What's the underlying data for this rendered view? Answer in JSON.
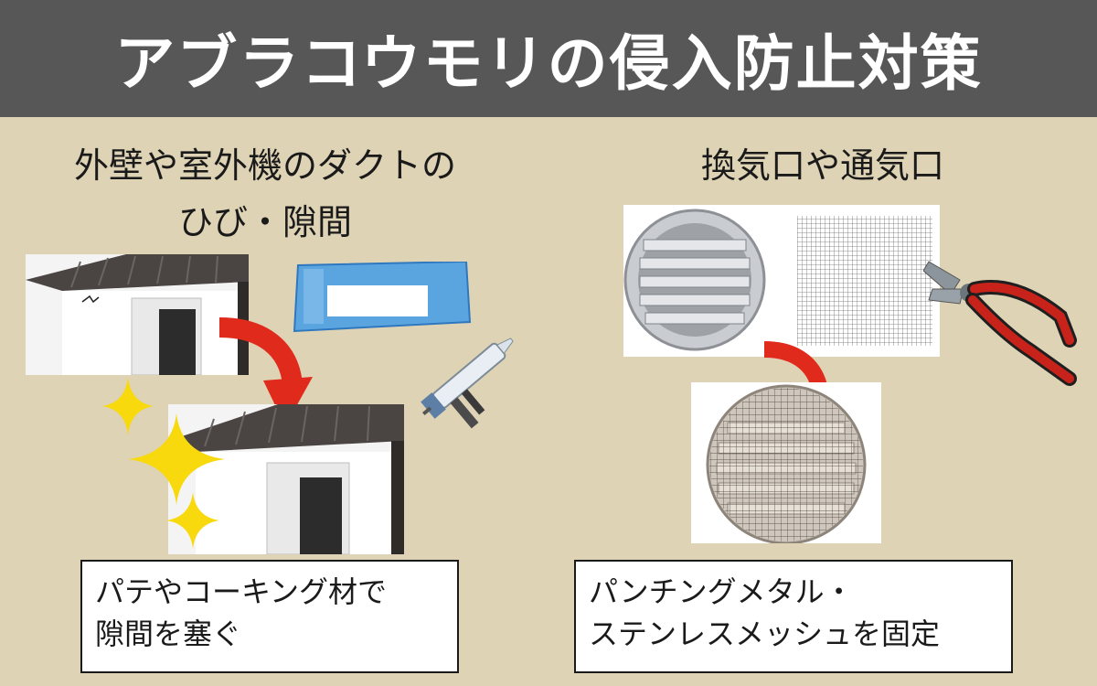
{
  "title": "アブラコウモリの侵入防止対策",
  "left": {
    "heading_line1": "外壁や室外機のダクトの",
    "heading_line2": "ひび・隙間",
    "caption_line1": "パテやコーキング材で",
    "caption_line2": "隙間を塞ぐ"
  },
  "right": {
    "heading": "換気口や通気口",
    "caption_line1": "パンチングメタル・",
    "caption_line2": "ステンレスメッシュを固定"
  },
  "colors": {
    "background": "#ded3b5",
    "banner": "#575757",
    "arrow": "#e02a1c",
    "sparkle": "#f7d90e"
  }
}
